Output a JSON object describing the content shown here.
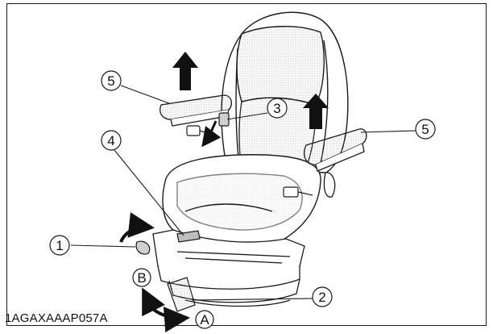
{
  "figure": {
    "code": "1AGAXAAAP057A",
    "callouts": {
      "c1": "1",
      "c2": "2",
      "c3": "3",
      "c4": "4",
      "c5_left": "5",
      "c5_right": "5",
      "cA": "A",
      "cB": "B"
    }
  },
  "colors": {
    "line": "#1a1a1a",
    "seat_fill": "#ffffff",
    "stipple": "#9a9a9a",
    "arrow": "#111111"
  }
}
